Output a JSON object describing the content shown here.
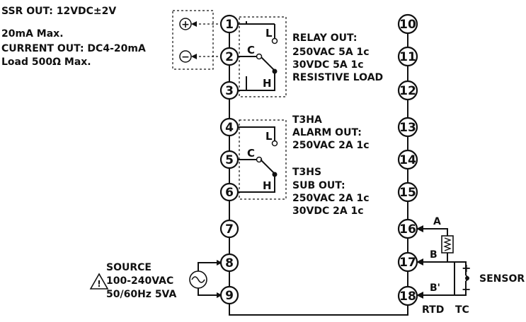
{
  "left_notes": {
    "ssr_out": "SSR OUT: 12VDC±2V",
    "ssr_current": "20mA Max.",
    "current_out": "CURRENT OUT: DC4-20mA",
    "load": "Load 500Ω Max."
  },
  "polarity": {
    "plus": "+",
    "minus": "−"
  },
  "relay_out": {
    "lines": [
      "RELAY OUT:",
      "250VAC 5A 1c",
      "30VDC 5A 1c",
      "RESISTIVE LOAD"
    ]
  },
  "alarm_out": {
    "lines": [
      "T3HA",
      "ALARM OUT:",
      "250VAC 2A 1c"
    ]
  },
  "sub_out": {
    "lines": [
      "T3HS",
      "SUB OUT:",
      "250VAC 2A 1c",
      "30VDC 2A 1c"
    ]
  },
  "switch_labels": {
    "common": "C",
    "low": "L",
    "high": "H"
  },
  "source": {
    "lines": [
      "SOURCE",
      "100-240VAC",
      "50/60Hz 5VA"
    ],
    "warning_symbol": "!"
  },
  "terminals": {
    "left": [
      "1",
      "2",
      "3",
      "4",
      "5",
      "6",
      "7",
      "8",
      "9"
    ],
    "right": [
      "10",
      "11",
      "12",
      "13",
      "14",
      "15",
      "16",
      "17",
      "18"
    ]
  },
  "rtd_labels": {
    "a": "A",
    "b": "B",
    "b_prime": "B'",
    "rtd": "RTD"
  },
  "tc_labels": {
    "plus": "+",
    "minus": "−",
    "tc": "TC",
    "sensor": "SENSOR"
  },
  "icons": {
    "warning": "warning-triangle-icon",
    "ac_source": "ac-source-icon",
    "resistor": "resistor-icon"
  }
}
